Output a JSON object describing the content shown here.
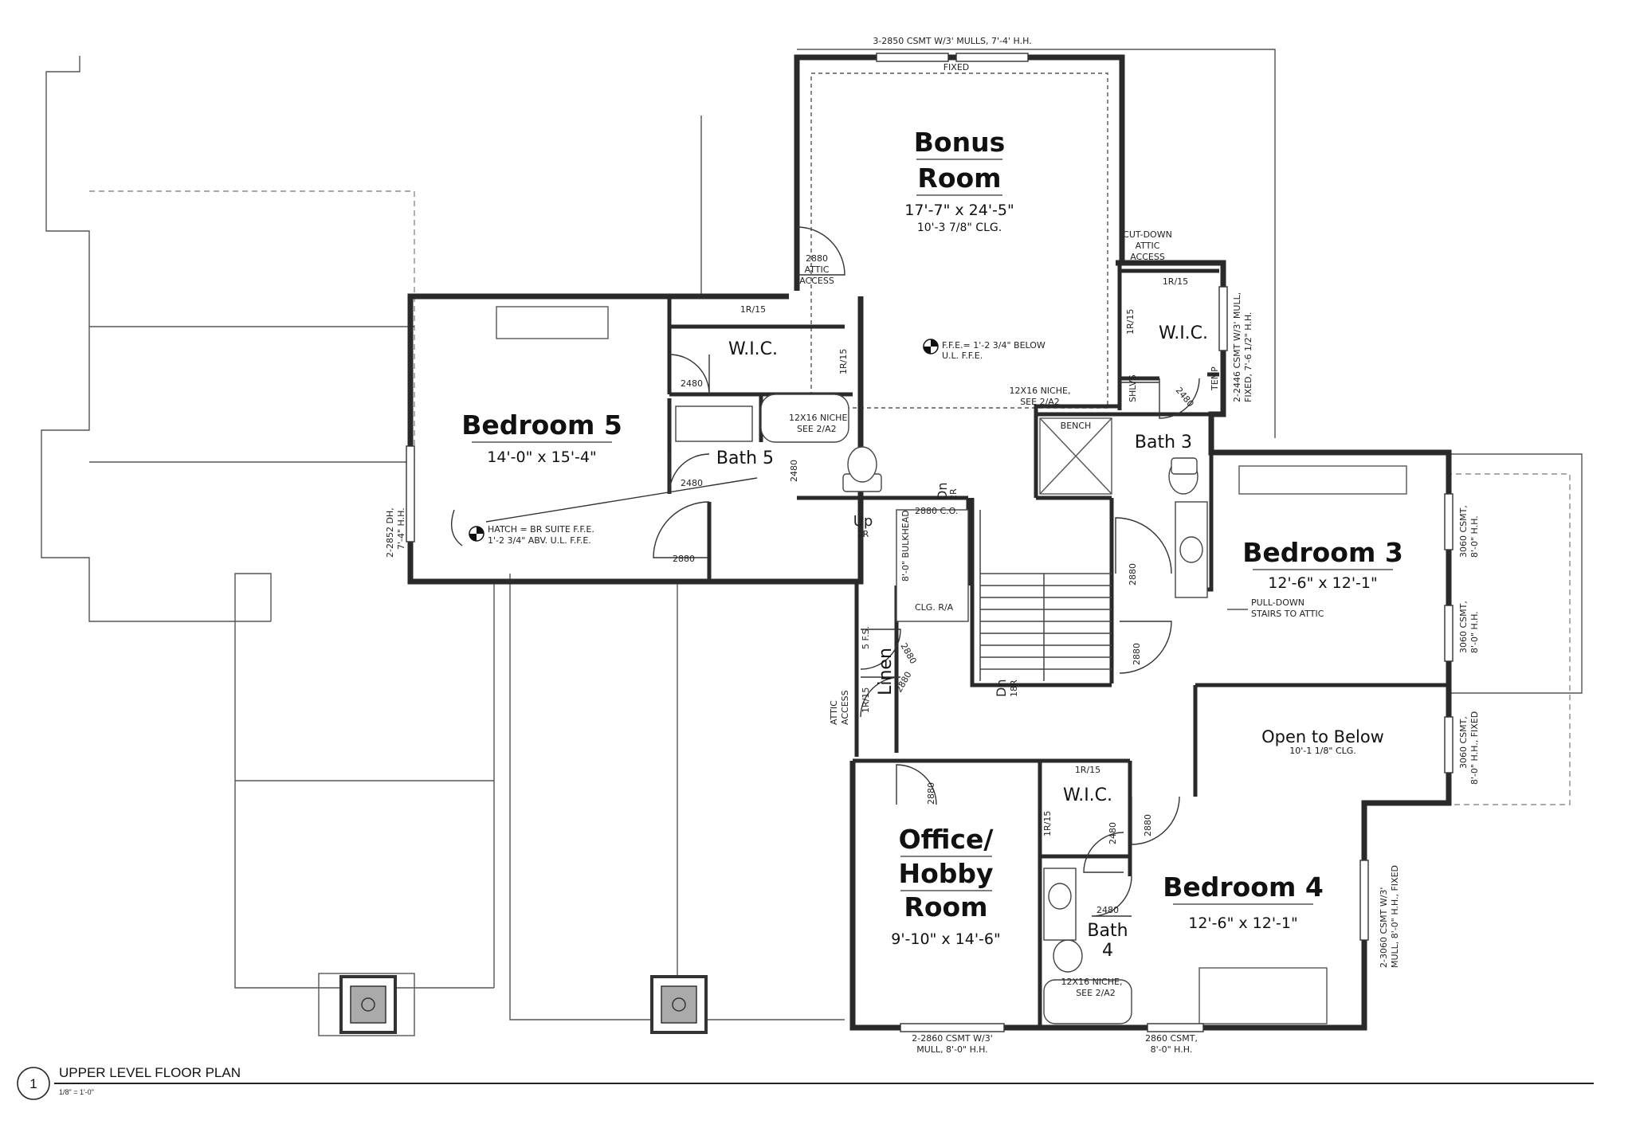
{
  "rooms": {
    "bonus": {
      "name_line1": "Bonus",
      "name_line2": "Room",
      "dims": "17'-7\" x 24'-5\"",
      "ceiling": "10'-3 7/8\" CLG."
    },
    "bedroom5": {
      "name": "Bedroom 5",
      "dims": "14'-0\" x 15'-4\""
    },
    "bedroom3": {
      "name": "Bedroom 3",
      "dims": "12'-6\" x 12'-1\""
    },
    "bedroom4": {
      "name": "Bedroom 4",
      "dims": "12'-6\" x 12'-1\""
    },
    "office": {
      "line1": "Office/",
      "line2": "Hobby",
      "line3": "Room",
      "dims": "9'-10\" x 14'-6\""
    },
    "open_below": {
      "name": "Open to Below",
      "ceiling": "10'-1 1/8\" CLG."
    },
    "wic_bed5": "W.I.C.",
    "wic_bath3": "W.I.C.",
    "wic_bed4": "W.I.C.",
    "bath5": "Bath 5",
    "bath3": "Bath 3",
    "bath4_l1": "Bath",
    "bath4_l2": "4",
    "linen": "Linen"
  },
  "notes": {
    "top_window": "3-2850 CSMT W/3' MULLS, 7'-4' H.H.",
    "fixed": "FIXED",
    "attic_2880_a": "2880",
    "attic_2880_b": "ATTIC",
    "attic_2880_c": "ACCESS",
    "cutdown_a": "CUT-DOWN",
    "cutdown_b": "ATTIC",
    "cutdown_c": "ACCESS",
    "ffe_1": "F.F.E.= 1'-2 3/4\" BELOW",
    "ffe_2": "U.L. F.F.E.",
    "niche_bath3_a": "12X16 NICHE,",
    "niche_bath3_b": "SEE 2/A2",
    "bench": "BENCH",
    "shlvs": "SHLVS",
    "temp": "TEMP",
    "right_window_top_a": "2-2446 CSMT W/3' MULL,",
    "right_window_top_b": "FIXED, 7'-6 1/2\" H.H.",
    "niche_bath5_a": "12X16 NICHE",
    "niche_bath5_b": "SEE 2/A2",
    "hatch_1": "HATCH = BR SUITE F.F.E.",
    "hatch_2": "1'-2 3/4\" ABV. U.L. F.F.E.",
    "left_window_a": "2-2852 DH,",
    "left_window_b": "7'-4\" H.H.",
    "door_2480_a": "2480",
    "door_2480_b": "2480",
    "door_2480_c": "2480",
    "door_2880_b5": "2880",
    "up": "Up",
    "up_r": "2R",
    "dn_top": "Dn",
    "dn_top_r": "2R",
    "co_2880": "2880 C.O.",
    "bulkhead": "8'-0\" BULKHEAD",
    "clg_ra": "CLG. R/A",
    "dn_stair": "Dn",
    "dn_stair_r": "18R",
    "fs5": "5 F.S.",
    "attic_access_side_a": "ATTIC",
    "attic_access_side_b": "ACCESS",
    "ir15": "1R/15",
    "door_2880_linen_a": "2880",
    "door_2880_linen_b": "2880",
    "door_2880_office": "2880",
    "door_2480_bath3": "2480",
    "door_2880_bed3a": "2880",
    "door_2880_bed3b": "2880",
    "pulldown_a": "PULL-DOWN",
    "pulldown_b": "STAIRS TO ATTIC",
    "bed3_window_1a": "3060 CSMT,",
    "bed3_window_1b": "8'-0\" H.H.",
    "bed3_window_2a": "3060 CSMT,",
    "bed3_window_2b": "8'-0\" H.H.",
    "open_window_a": "3060 CSMT,",
    "open_window_b": "8'-0\" H.H., FIXED",
    "door_2480_wic4": "2480",
    "door_2880_bed4": "2880",
    "door_2480_bath4": "2480",
    "niche_bath4_a": "12X16 NICHE,",
    "niche_bath4_b": "SEE 2/A2",
    "bed4_window_a": "2-3060 CSMT W/3'",
    "bed4_window_b": "MULL, 8'-0\" H.H., FIXED",
    "office_window_a": "2-2860 CSMT W/3'",
    "office_window_b": "MULL, 8'-0\" H.H.",
    "bed4_bottom_window_a": "2860 CSMT,",
    "bed4_bottom_window_b": "8'-0\" H.H."
  },
  "title_block": {
    "number": "1",
    "title": "UPPER LEVEL FLOOR PLAN",
    "scale": "1/8\" = 1'-0\""
  }
}
